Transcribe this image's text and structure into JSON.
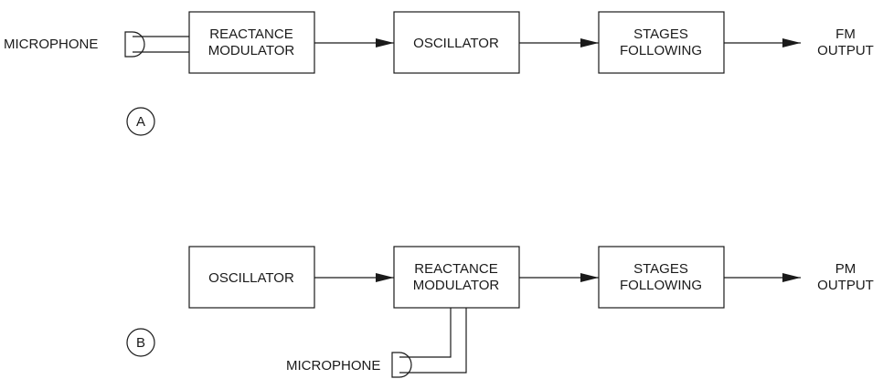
{
  "diagram_a": {
    "badge": "A",
    "microphone": "MICROPHONE",
    "box1": [
      "REACTANCE",
      "MODULATOR"
    ],
    "box2": [
      "OSCILLATOR"
    ],
    "box3": [
      "STAGES",
      "FOLLOWING"
    ],
    "output": [
      "FM",
      "OUTPUT"
    ]
  },
  "diagram_b": {
    "badge": "B",
    "microphone": "MICROPHONE",
    "box1": [
      "OSCILLATOR"
    ],
    "box2": [
      "REACTANCE",
      "MODULATOR"
    ],
    "box3": [
      "STAGES",
      "FOLLOWING"
    ],
    "output": [
      "PM",
      "OUTPUT"
    ]
  }
}
